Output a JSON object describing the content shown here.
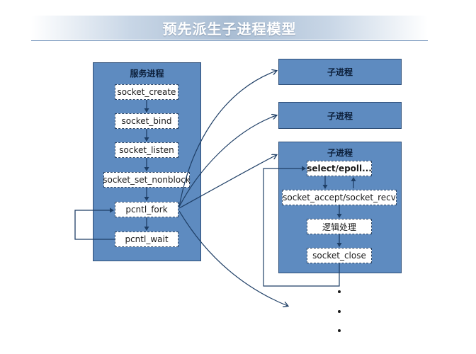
{
  "title": "预先派生子进程模型",
  "service_process": {
    "label": "服务进程",
    "nodes": [
      "socket_create",
      "socket_bind",
      "socket_listen",
      "socket_set_nonblock",
      "pcntl_fork",
      "pcntl_wait"
    ]
  },
  "child_processes": [
    {
      "label": "子进程"
    },
    {
      "label": "子进程"
    },
    {
      "label": "子进程",
      "nodes": [
        "select/epoll...",
        "socket_accept/socket_recv",
        "逻辑处理",
        "socket_close"
      ]
    }
  ],
  "colors": {
    "panel": "#5e8bc0",
    "panel_border": "#2f4f78",
    "arrow": "#1f3f66"
  }
}
